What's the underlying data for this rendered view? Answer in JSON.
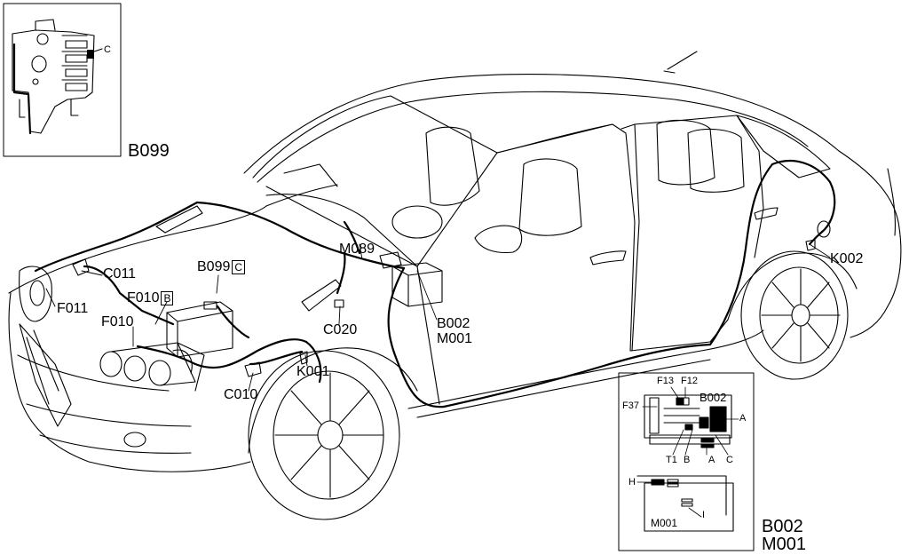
{
  "labels": {
    "b099_inset": "B099",
    "inset_c": "C",
    "c011": "C011",
    "f011": "F011",
    "b099": "B099",
    "b099_box": "C",
    "f010": "F010",
    "f010_box": "B",
    "f010_main": "F010",
    "m089": "M089",
    "c020": "C020",
    "b002": "B002",
    "m001": "M001",
    "k001": "K001",
    "c010": "C010",
    "k002": "K002"
  },
  "fusebox_inset": {
    "f13": "F13",
    "f12": "F12",
    "b002": "B002",
    "f37": "F37",
    "a_right": "A",
    "t1": "T1",
    "b": "B",
    "a": "A",
    "c": "C",
    "h": "H",
    "m001": "M001",
    "i": "I",
    "b002_caption": "B002",
    "m001_caption": "M001"
  }
}
